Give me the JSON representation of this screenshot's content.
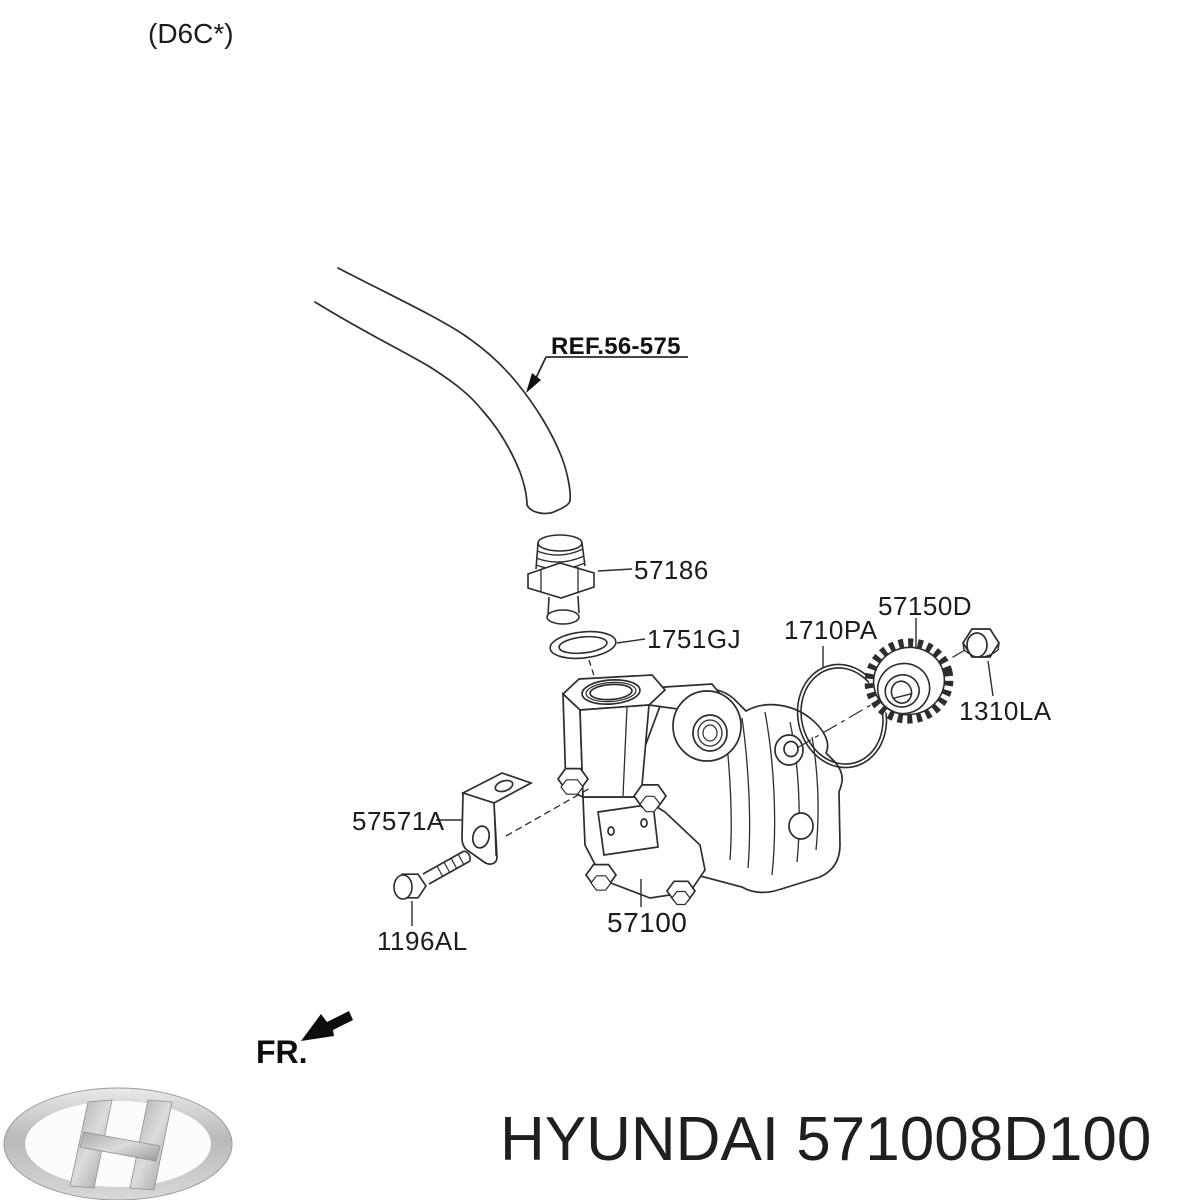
{
  "diagram": {
    "engine_code": "(D6C*)",
    "ref_callout": "REF.56-575",
    "front_marker": "FR."
  },
  "part_labels": {
    "fitting": "57186",
    "sealing_washer": "1751GJ",
    "o_ring": "1710PA",
    "drive_gear": "57150D",
    "gear_nut": "1310LA",
    "bracket": "57571A",
    "bracket_bolt": "1196AL",
    "pump_assembly": "57100"
  },
  "footer": {
    "brand": "HYUNDAI",
    "part_number": "571008D100"
  },
  "colors": {
    "line": "#2d2d2d",
    "text": "#1c1c1c",
    "background": "#ffffff",
    "logo_silver": "#c9c9c9"
  }
}
